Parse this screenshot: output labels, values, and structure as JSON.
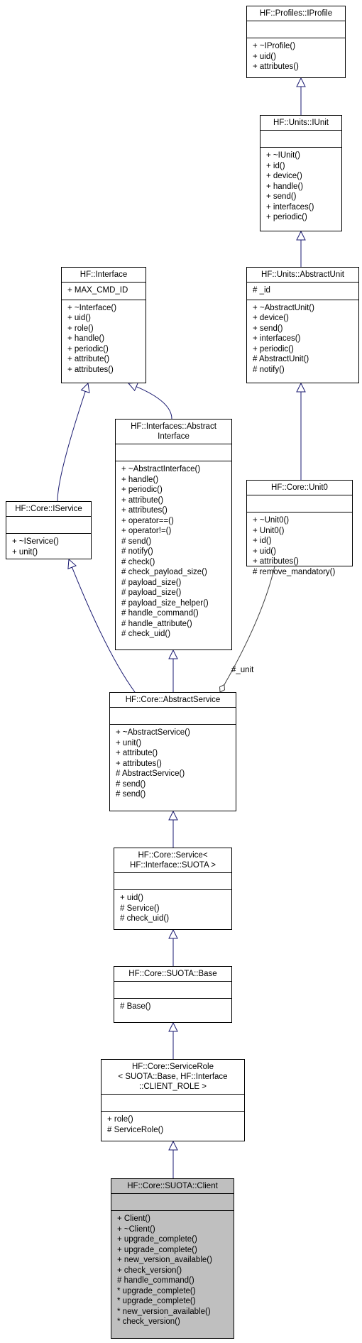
{
  "classes": [
    {
      "id": "iprofile",
      "title": [
        "HF::Profiles::IProfile"
      ],
      "attributes": [],
      "methods": [
        "+ ~IProfile()",
        "+ uid()",
        "+ attributes()"
      ]
    },
    {
      "id": "iunit",
      "title": [
        "HF::Units::IUnit"
      ],
      "attributes": [],
      "methods": [
        "+ ~IUnit()",
        "+ id()",
        "+ device()",
        "+ handle()",
        "+ send()",
        "+ interfaces()",
        "+ periodic()"
      ]
    },
    {
      "id": "abstractunit",
      "title": [
        "HF::Units::AbstractUnit"
      ],
      "attributes": [
        "# _id"
      ],
      "methods": [
        "+ ~AbstractUnit()",
        "+ device()",
        "+ send()",
        "+ interfaces()",
        "+ periodic()",
        "# AbstractUnit()",
        "# notify()"
      ]
    },
    {
      "id": "interface",
      "title": [
        "HF::Interface"
      ],
      "attributes": [
        "+ MAX_CMD_ID"
      ],
      "methods": [
        "+ ~Interface()",
        "+ uid()",
        "+ role()",
        "+ handle()",
        "+ periodic()",
        "+ attribute()",
        "+ attributes()"
      ]
    },
    {
      "id": "abstractinterface",
      "title": [
        "HF::Interfaces::Abstract",
        "Interface"
      ],
      "attributes": [],
      "methods": [
        "+ ~AbstractInterface()",
        "+ handle()",
        "+ periodic()",
        "+ attribute()",
        "+ attributes()",
        "+ operator==()",
        "+ operator!=()",
        "# send()",
        "# notify()",
        "# check()",
        "# check_payload_size()",
        "# payload_size()",
        "# payload_size()",
        "# payload_size_helper()",
        "# handle_command()",
        "# handle_attribute()",
        "# check_uid()"
      ]
    },
    {
      "id": "iservice",
      "title": [
        "HF::Core::IService"
      ],
      "attributes": [],
      "methods": [
        "+ ~IService()",
        "+ unit()"
      ]
    },
    {
      "id": "unit0",
      "title": [
        "HF::Core::Unit0"
      ],
      "attributes": [],
      "methods": [
        "+ ~Unit0()",
        "+ Unit0()",
        "+ id()",
        "+ uid()",
        "+ attributes()",
        "# remove_mandatory()"
      ]
    },
    {
      "id": "abstractservice",
      "title": [
        "HF::Core::AbstractService"
      ],
      "attributes": [],
      "methods": [
        "+ ~AbstractService()",
        "+ unit()",
        "+ attribute()",
        "+ attributes()",
        "# AbstractService()",
        "# send()",
        "# send()"
      ]
    },
    {
      "id": "service",
      "title": [
        "HF::Core::Service<",
        "HF::Interface::SUOTA >"
      ],
      "attributes": [],
      "methods": [
        "+ uid()",
        "# Service()",
        "# check_uid()"
      ]
    },
    {
      "id": "base",
      "title": [
        "HF::Core::SUOTA::Base"
      ],
      "attributes": [],
      "methods": [
        "# Base()"
      ]
    },
    {
      "id": "servicerole",
      "title": [
        "HF::Core::ServiceRole",
        "< SUOTA::Base, HF::Interface",
        "::CLIENT_ROLE >"
      ],
      "attributes": [],
      "methods": [
        "+ role()",
        "# ServiceRole()"
      ]
    },
    {
      "id": "client",
      "title": [
        "HF::Core::SUOTA::Client"
      ],
      "attributes": [],
      "methods": [
        "+ Client()",
        "+ ~Client()",
        "+ upgrade_complete()",
        "+ upgrade_complete()",
        "+ new_version_available()",
        "+ check_version()",
        "# handle_command()",
        "* upgrade_complete()",
        "* upgrade_complete()",
        "* new_version_available()",
        "* check_version()"
      ]
    }
  ],
  "relations": [
    {
      "from": "iunit",
      "to": "iprofile",
      "kind": "inheritance"
    },
    {
      "from": "abstractunit",
      "to": "iunit",
      "kind": "inheritance"
    },
    {
      "from": "iservice",
      "to": "interface",
      "kind": "inheritance"
    },
    {
      "from": "abstractinterface",
      "to": "interface",
      "kind": "inheritance"
    },
    {
      "from": "unit0",
      "to": "abstractunit",
      "kind": "inheritance"
    },
    {
      "from": "abstractservice",
      "to": "iservice",
      "kind": "inheritance"
    },
    {
      "from": "abstractservice",
      "to": "abstractinterface",
      "kind": "inheritance"
    },
    {
      "from": "abstractservice",
      "to": "unit0",
      "kind": "aggregation",
      "label": "#_unit"
    },
    {
      "from": "service",
      "to": "abstractservice",
      "kind": "inheritance"
    },
    {
      "from": "base",
      "to": "service",
      "kind": "inheritance"
    },
    {
      "from": "servicerole",
      "to": "base",
      "kind": "inheritance"
    },
    {
      "from": "client",
      "to": "servicerole",
      "kind": "inheritance"
    }
  ],
  "highlighted": "client",
  "colors": {
    "inheritance_edge": "#191970",
    "aggregation_edge": "#404040",
    "highlight_fill": "#bfbfbf",
    "box_border": "#000000"
  }
}
